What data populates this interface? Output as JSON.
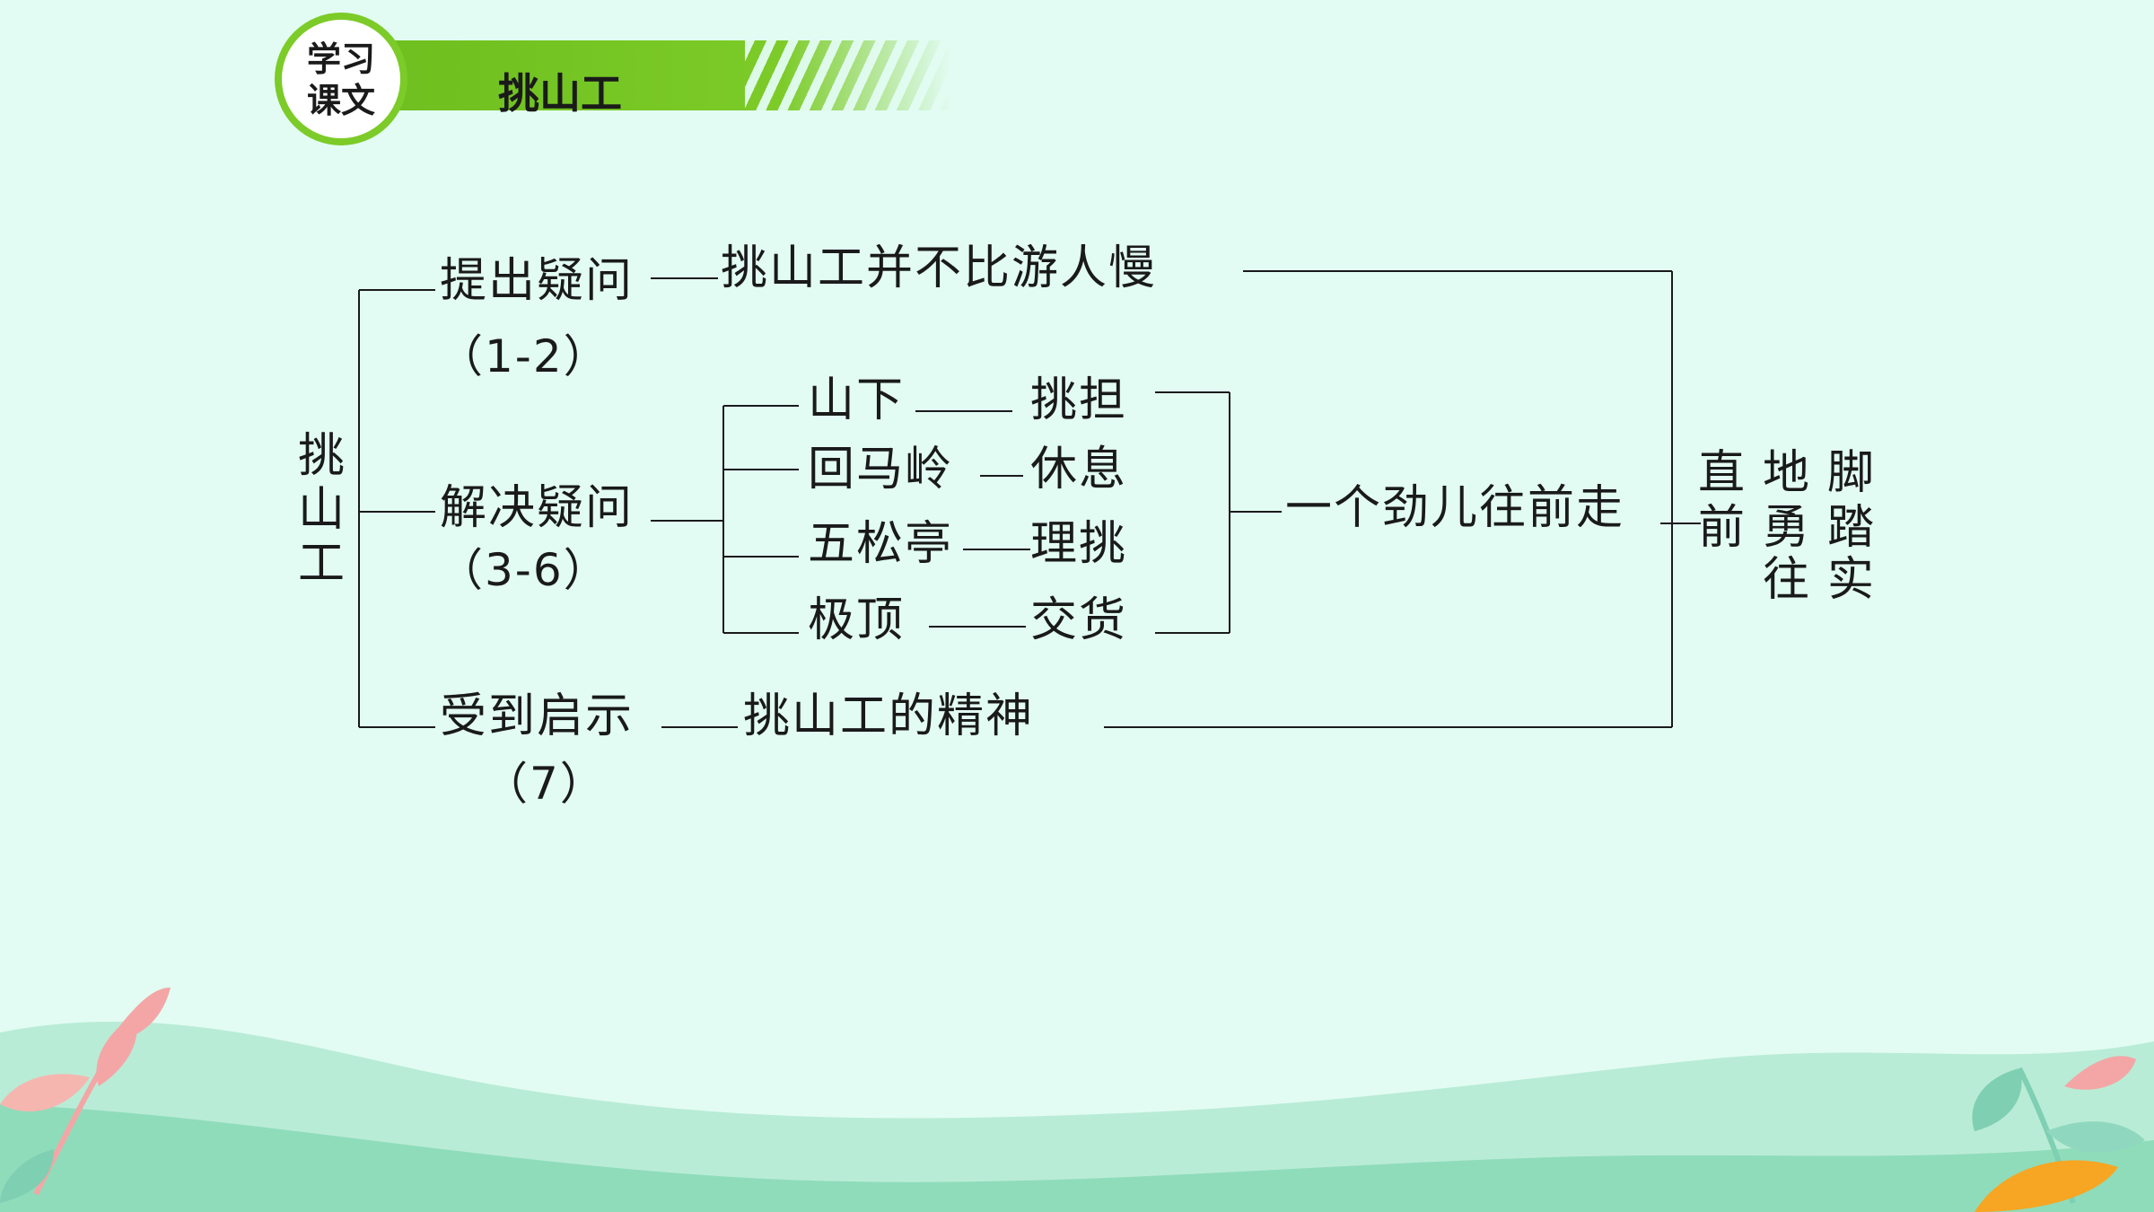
{
  "header": {
    "badge_line1": "学习",
    "badge_line2": "课文",
    "title": "挑山工"
  },
  "diagram": {
    "root": [
      "挑",
      "山",
      "工"
    ],
    "branch1": {
      "label": "提出疑问",
      "range": "（1-2）",
      "content": "挑山工并不比游人慢"
    },
    "branch2": {
      "label": "解决疑问",
      "range": "（3-6）",
      "pairs": [
        {
          "place": "山下",
          "action": "挑担"
        },
        {
          "place": "回马岭",
          "action": "休息"
        },
        {
          "place": "五松亭",
          "action": "理挑"
        },
        {
          "place": "极顶",
          "action": "交货"
        }
      ],
      "summary": "一个劲儿往前走"
    },
    "branch3": {
      "label": "受到启示",
      "range": "（7）",
      "content": "挑山工的精神"
    },
    "conclusion": {
      "rows": [
        [
          "直",
          "地",
          "脚"
        ],
        [
          "前",
          "勇",
          "踏"
        ],
        [
          "",
          "往",
          "实"
        ]
      ]
    }
  },
  "colors": {
    "background": "#e2fcf3",
    "accent_green": "#7ccb28",
    "hill": "#a8e6cf",
    "leaf_pink": "#f4a6a6",
    "leaf_teal": "#7fcfb3",
    "leaf_orange": "#f6a623"
  }
}
